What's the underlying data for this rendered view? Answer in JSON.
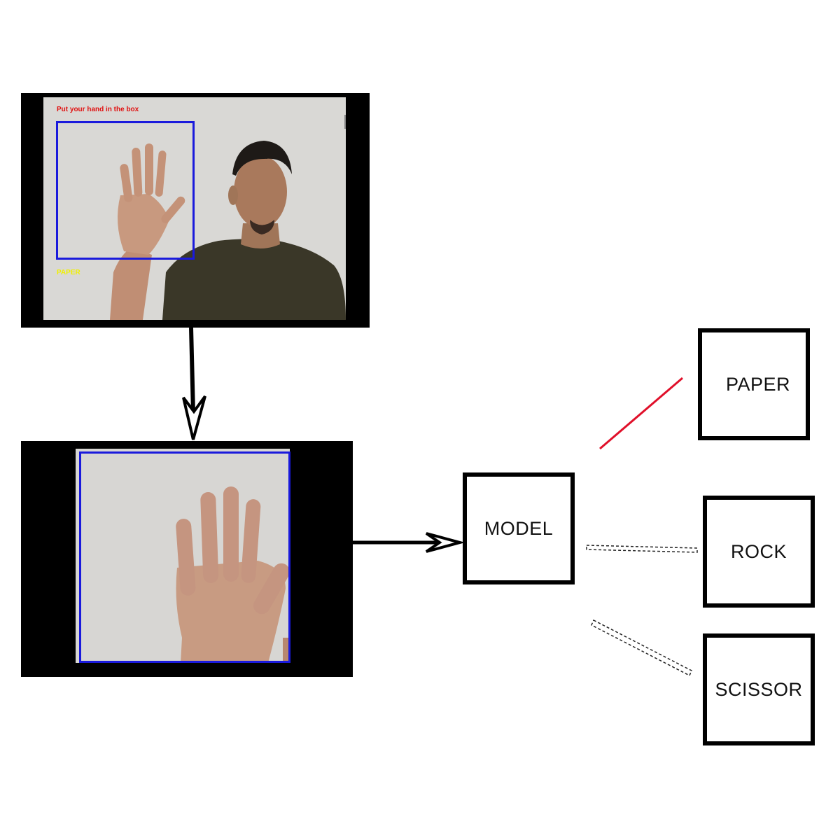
{
  "webcam": {
    "instruction_text": "Put your hand in the box",
    "prediction_text": "PAPER"
  },
  "boxes": {
    "model": "MODEL",
    "paper": "PAPER",
    "rock": "ROCK",
    "scissor": "SCISSOR"
  },
  "colors": {
    "roi_border": "#1a1adc",
    "instruction": "#e01010",
    "prediction": "#f0f000",
    "selected_link": "#e0102a"
  },
  "selected_output": "PAPER"
}
